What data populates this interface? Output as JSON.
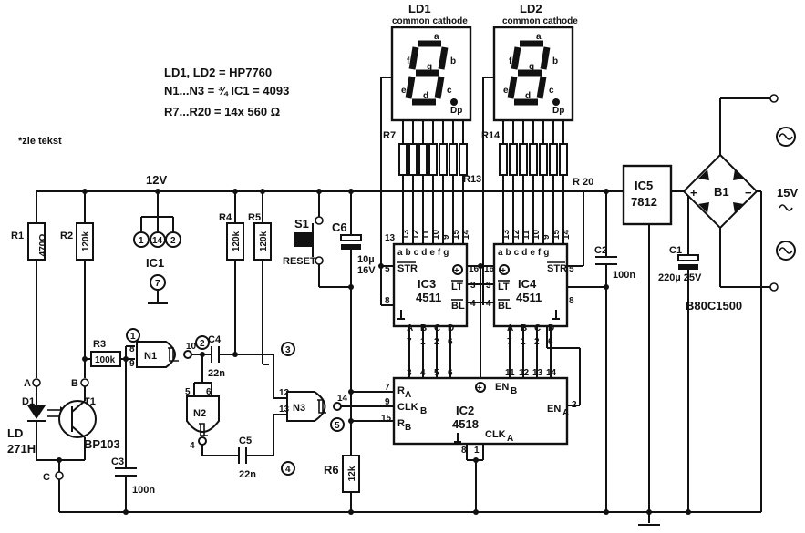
{
  "notes": {
    "ld_type": "LD1, LD2 = HP7760",
    "gates": "N1...N3 = ¾ IC1 = 4093",
    "resistors": "R7...R20 = 14x 560 Ω",
    "zie_tekst": "*zie tekst"
  },
  "displays": {
    "ld1": {
      "name": "LD1",
      "sub": "common cathode"
    },
    "ld2": {
      "name": "LD2",
      "sub": "common cathode"
    },
    "segments": [
      "a",
      "b",
      "c",
      "d",
      "e",
      "f",
      "g",
      "Dp"
    ]
  },
  "power": {
    "rail": "12V",
    "ic5_name": "IC5",
    "ic5_type": "7812",
    "bridge": "B1",
    "bridge_type": "B80C1500",
    "input": "15V",
    "c1": "C1",
    "c1_val": "220µ 25V",
    "c2": "C2",
    "c2_val": "100n"
  },
  "ic1": {
    "name": "IC1",
    "pins": [
      "1",
      "14",
      "2",
      "7"
    ]
  },
  "ic3": {
    "name": "IC3",
    "type": "4511",
    "inputs": "abcdefg",
    "str": "STR",
    "lt": "LT",
    "bl": "BL"
  },
  "ic4": {
    "name": "IC4",
    "type": "4511",
    "inputs": "abcdefg",
    "str": "STR",
    "lt": "LT",
    "bl": "BL"
  },
  "ic2": {
    "name": "IC2",
    "type": "4518",
    "ra": "RA",
    "rb": "RB",
    "clkb": "CLKB",
    "clka": "CLKA",
    "enb": "ENB",
    "ena": "ENA"
  },
  "components": {
    "r1": "R1",
    "r1_val": "470Ω",
    "r2": "R2",
    "r2_val": "120k",
    "r3": "R3",
    "r3_val": "100k",
    "r4": "R4",
    "r4_val": "120k",
    "r5": "R5",
    "r5_val": "120k",
    "r6": "R6",
    "r6_val": "12k",
    "r7": "R7",
    "r13": "R13",
    "r14": "R14",
    "r20": "R 20",
    "c3": "C3",
    "c3_val": "100n",
    "c4": "C4",
    "c4_val": "22n",
    "c5": "C5",
    "c5_val": "22n",
    "c6": "C6",
    "c6_val": "10µ 16V",
    "s1": "S1",
    "reset": "RESET",
    "d1": "D1",
    "ld": "LD",
    "ld_type": "271H",
    "t1": "T1",
    "t1_type": "BP103",
    "n1": "N1",
    "n2": "N2",
    "n3": "N3"
  },
  "nodes": {
    "a": "A",
    "b": "B",
    "c": "C"
  },
  "testpoints": [
    "1",
    "2",
    "3",
    "4",
    "5"
  ]
}
